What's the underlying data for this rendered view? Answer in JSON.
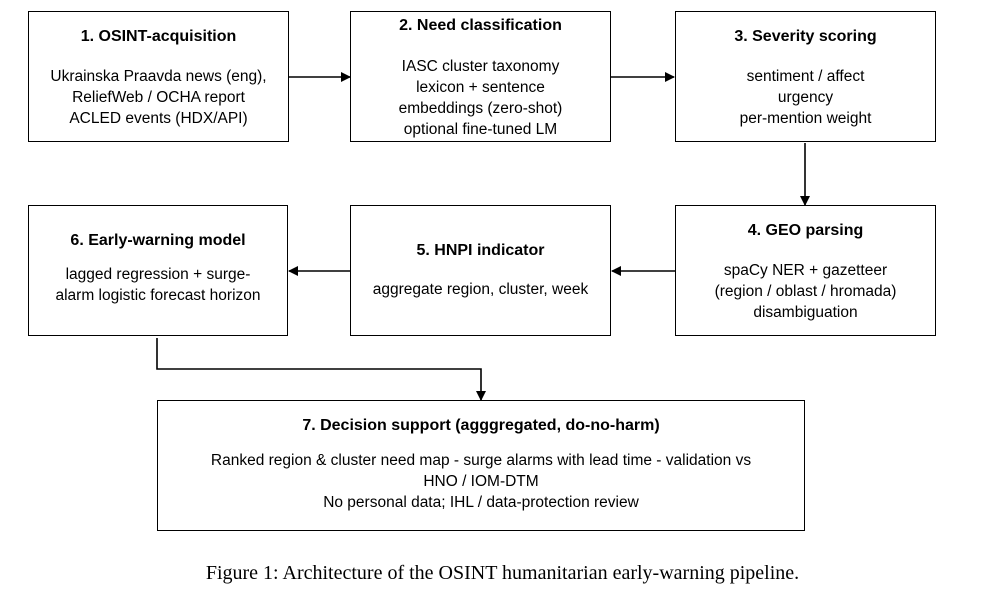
{
  "nodes": {
    "n1": {
      "title": "1. OSINT-acquisition",
      "lines": [
        "Ukrainska Praavda news (eng),",
        "ReliefWeb / OCHA report",
        "ACLED events (HDX/API)"
      ]
    },
    "n2": {
      "title": "2. Need classification",
      "lines": [
        "IASC cluster taxonomy",
        "lexicon + sentence",
        "embeddings (zero-shot)",
        "optional fine-tuned LM"
      ]
    },
    "n3": {
      "title": "3. Severity scoring",
      "lines": [
        "sentiment / affect",
        "urgency",
        "per-mention weight"
      ]
    },
    "n4": {
      "title": "4. GEO parsing",
      "lines": [
        "spaCy NER + gazetteer",
        "(region / oblast / hromada)",
        "disambiguation"
      ]
    },
    "n5": {
      "title": "5. HNPI indicator",
      "lines": [
        "aggregate region, cluster, week"
      ]
    },
    "n6": {
      "title": "6. Early-warning model",
      "lines": [
        "lagged regression + surge-",
        "alarm logistic forecast horizon"
      ]
    },
    "n7": {
      "title": "7. Decision support (agggregated, do-no-harm)",
      "lines": [
        "Ranked region & cluster need map - surge alarms with lead time - validation vs",
        "HNO / IOM-DTM",
        "No personal data; IHL / data-protection review"
      ]
    }
  },
  "edges": [
    {
      "from": "1. OSINT-acquisition",
      "to": "2. Need classification"
    },
    {
      "from": "2. Need classification",
      "to": "3. Severity scoring"
    },
    {
      "from": "3. Severity scoring",
      "to": "4. GEO parsing"
    },
    {
      "from": "4. GEO parsing",
      "to": "5. HNPI indicator"
    },
    {
      "from": "5. HNPI indicator",
      "to": "6. Early-warning model"
    },
    {
      "from": "6. Early-warning model",
      "to": "7. Decision support (agggregated, do-no-harm)"
    }
  ],
  "caption": "Figure 1:  Architecture of the OSINT humanitarian early-warning pipeline."
}
